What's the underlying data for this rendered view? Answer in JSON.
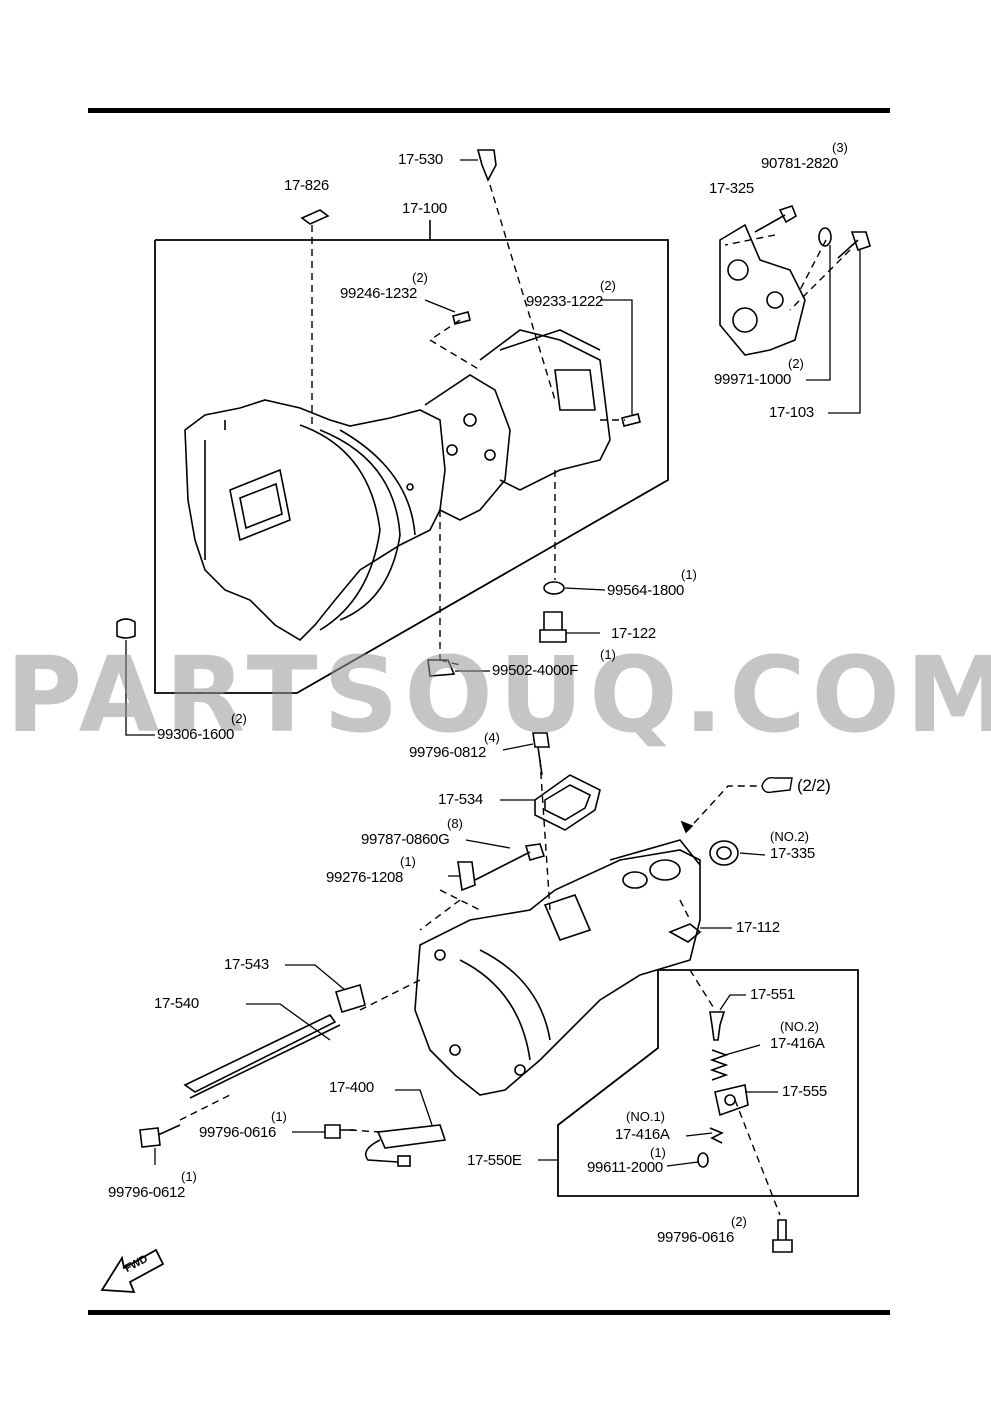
{
  "watermark": "PARTSOUQ.COM",
  "ref_page": "(2/2)",
  "fwd": "FWD",
  "labels": {
    "p17_530": "17-530",
    "p17_826": "17-826",
    "p17_100": "17-100",
    "p99246_1232": "99246-1232",
    "p99233_1222": "99233-1222",
    "p90781_2820": "90781-2820",
    "p17_325": "17-325",
    "p99971_1000": "99971-1000",
    "p17_103": "17-103",
    "p99564_1800": "99564-1800",
    "p17_122": "17-122",
    "p99502_4000F": "99502-4000F",
    "p99306_1600": "99306-1600",
    "p99796_0812": "99796-0812",
    "p17_534": "17-534",
    "p99787_0860G": "99787-0860G",
    "p99276_1208": "99276-1208",
    "p17_335": "17-335",
    "p17_112": "17-112",
    "p17_543": "17-543",
    "p17_540": "17-540",
    "p17_551": "17-551",
    "p17_416A_no2": "17-416A",
    "p17_555": "17-555",
    "p17_400": "17-400",
    "p99796_0616a": "99796-0616",
    "p17_416A_no1": "17-416A",
    "p17_550E": "17-550E",
    "p99611_2000": "99611-2000",
    "p99796_0612": "99796-0612",
    "p99796_0616b": "99796-0616"
  },
  "qty": {
    "q99246": "(2)",
    "q99233": "(2)",
    "q90781": "(3)",
    "q99971": "(2)",
    "q99564": "(1)",
    "q99502": "(1)",
    "q99306": "(2)",
    "q99796_0812": "(4)",
    "q99787": "(8)",
    "q99276": "(1)",
    "q17_335": "(NO.2)",
    "q17_416A_no2": "(NO.2)",
    "q99796_0616a": "(1)",
    "q17_416A_no1": "(NO.1)",
    "q99611": "(1)",
    "q99796_0612": "(1)",
    "q99796_0616b": "(2)"
  }
}
